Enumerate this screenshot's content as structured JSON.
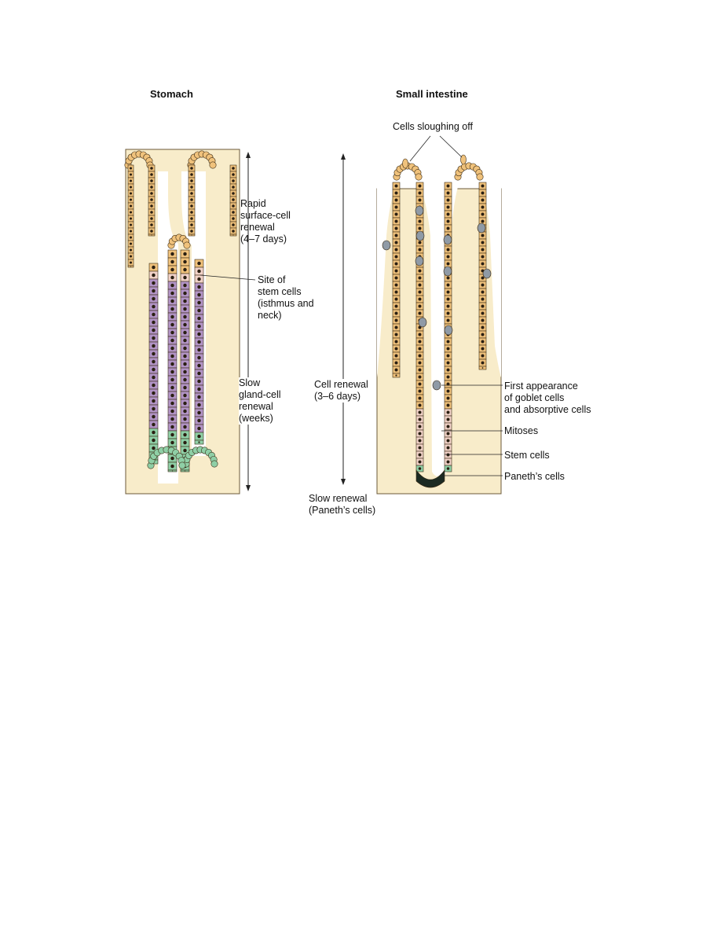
{
  "stomach": {
    "title": "Stomach",
    "rapid_label": [
      "Rapid",
      "surface-cell",
      "renewal",
      "(4–7 days)"
    ],
    "stem_label": [
      "Site of",
      "stem cells",
      "(isthmus and",
      "neck)"
    ],
    "slow_label": [
      "Slow",
      "gland-cell",
      "renewal",
      "(weeks)"
    ]
  },
  "intestine": {
    "title": "Small intestine",
    "sloughing_label": "Cells sloughing off",
    "renewal_label": [
      "Cell renewal",
      "(3–6 days)"
    ],
    "slow_label": [
      "Slow renewal",
      "(Paneth’s cells)"
    ],
    "goblet_label": [
      "First appearance",
      "of goblet cells",
      "and absorptive cells"
    ],
    "mitoses_label": "Mitoses",
    "stem_label": "Stem cells",
    "paneth_label": "Paneth’s cells"
  },
  "colors": {
    "tissue": "#f8ecca",
    "surface_cell": "#f0c27c",
    "gland_cell": "#b294c6",
    "stem_cell": "#f1d2c8",
    "base_cell": "#8fcfa6",
    "goblet_cell": "#8f9aa6",
    "outline": "#3a2a14"
  }
}
